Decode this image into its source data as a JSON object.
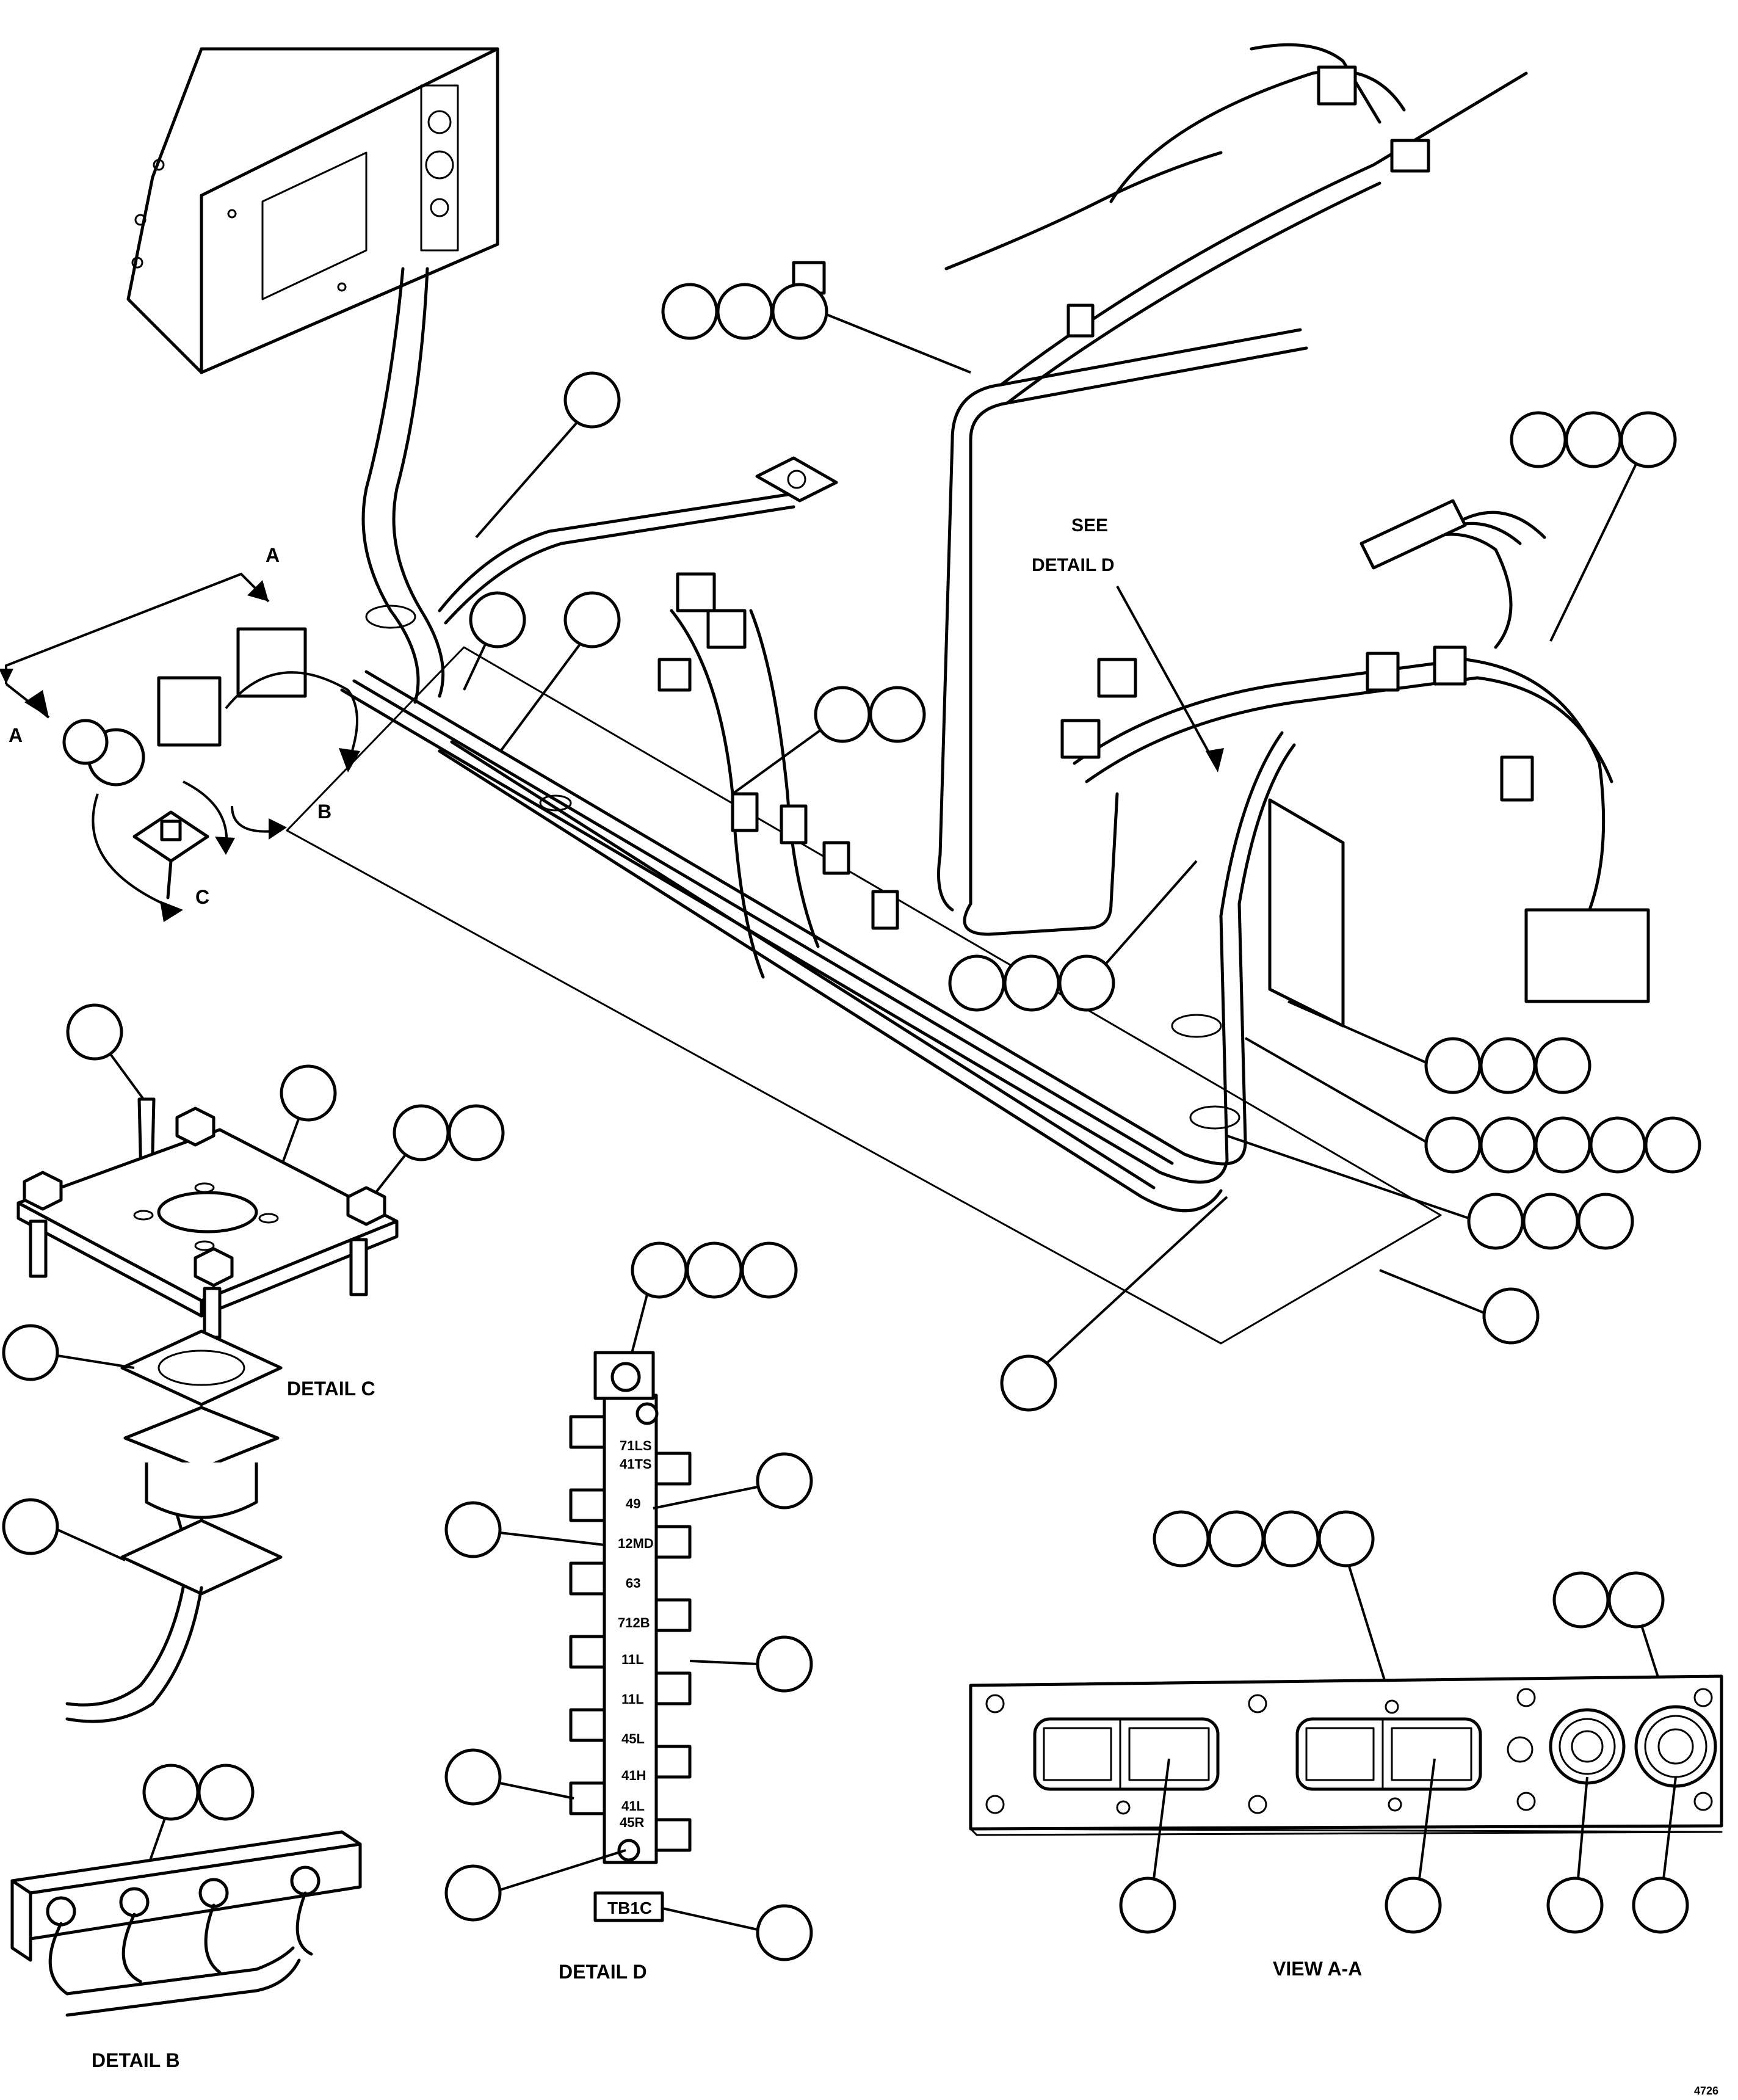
{
  "labels": {
    "view_a_top": "A",
    "view_a_side": "A",
    "view_b": "B",
    "view_c": "C",
    "see_line1": "SEE",
    "see_line2": "DETAIL D",
    "detail_b": "DETAIL B",
    "detail_c": "DETAIL C",
    "detail_d": "DETAIL D",
    "view_aa": "VIEW A-A",
    "drawing_no": "4726"
  },
  "terminal_board": {
    "tag": "TB1C",
    "markings": [
      "71LS",
      "41TS",
      "49",
      "12MD",
      "63",
      "712B",
      "11L",
      "11L",
      "45L",
      "41H",
      "41L",
      "45R"
    ]
  },
  "colors": {
    "ink": "#000000",
    "paper": "#ffffff"
  }
}
